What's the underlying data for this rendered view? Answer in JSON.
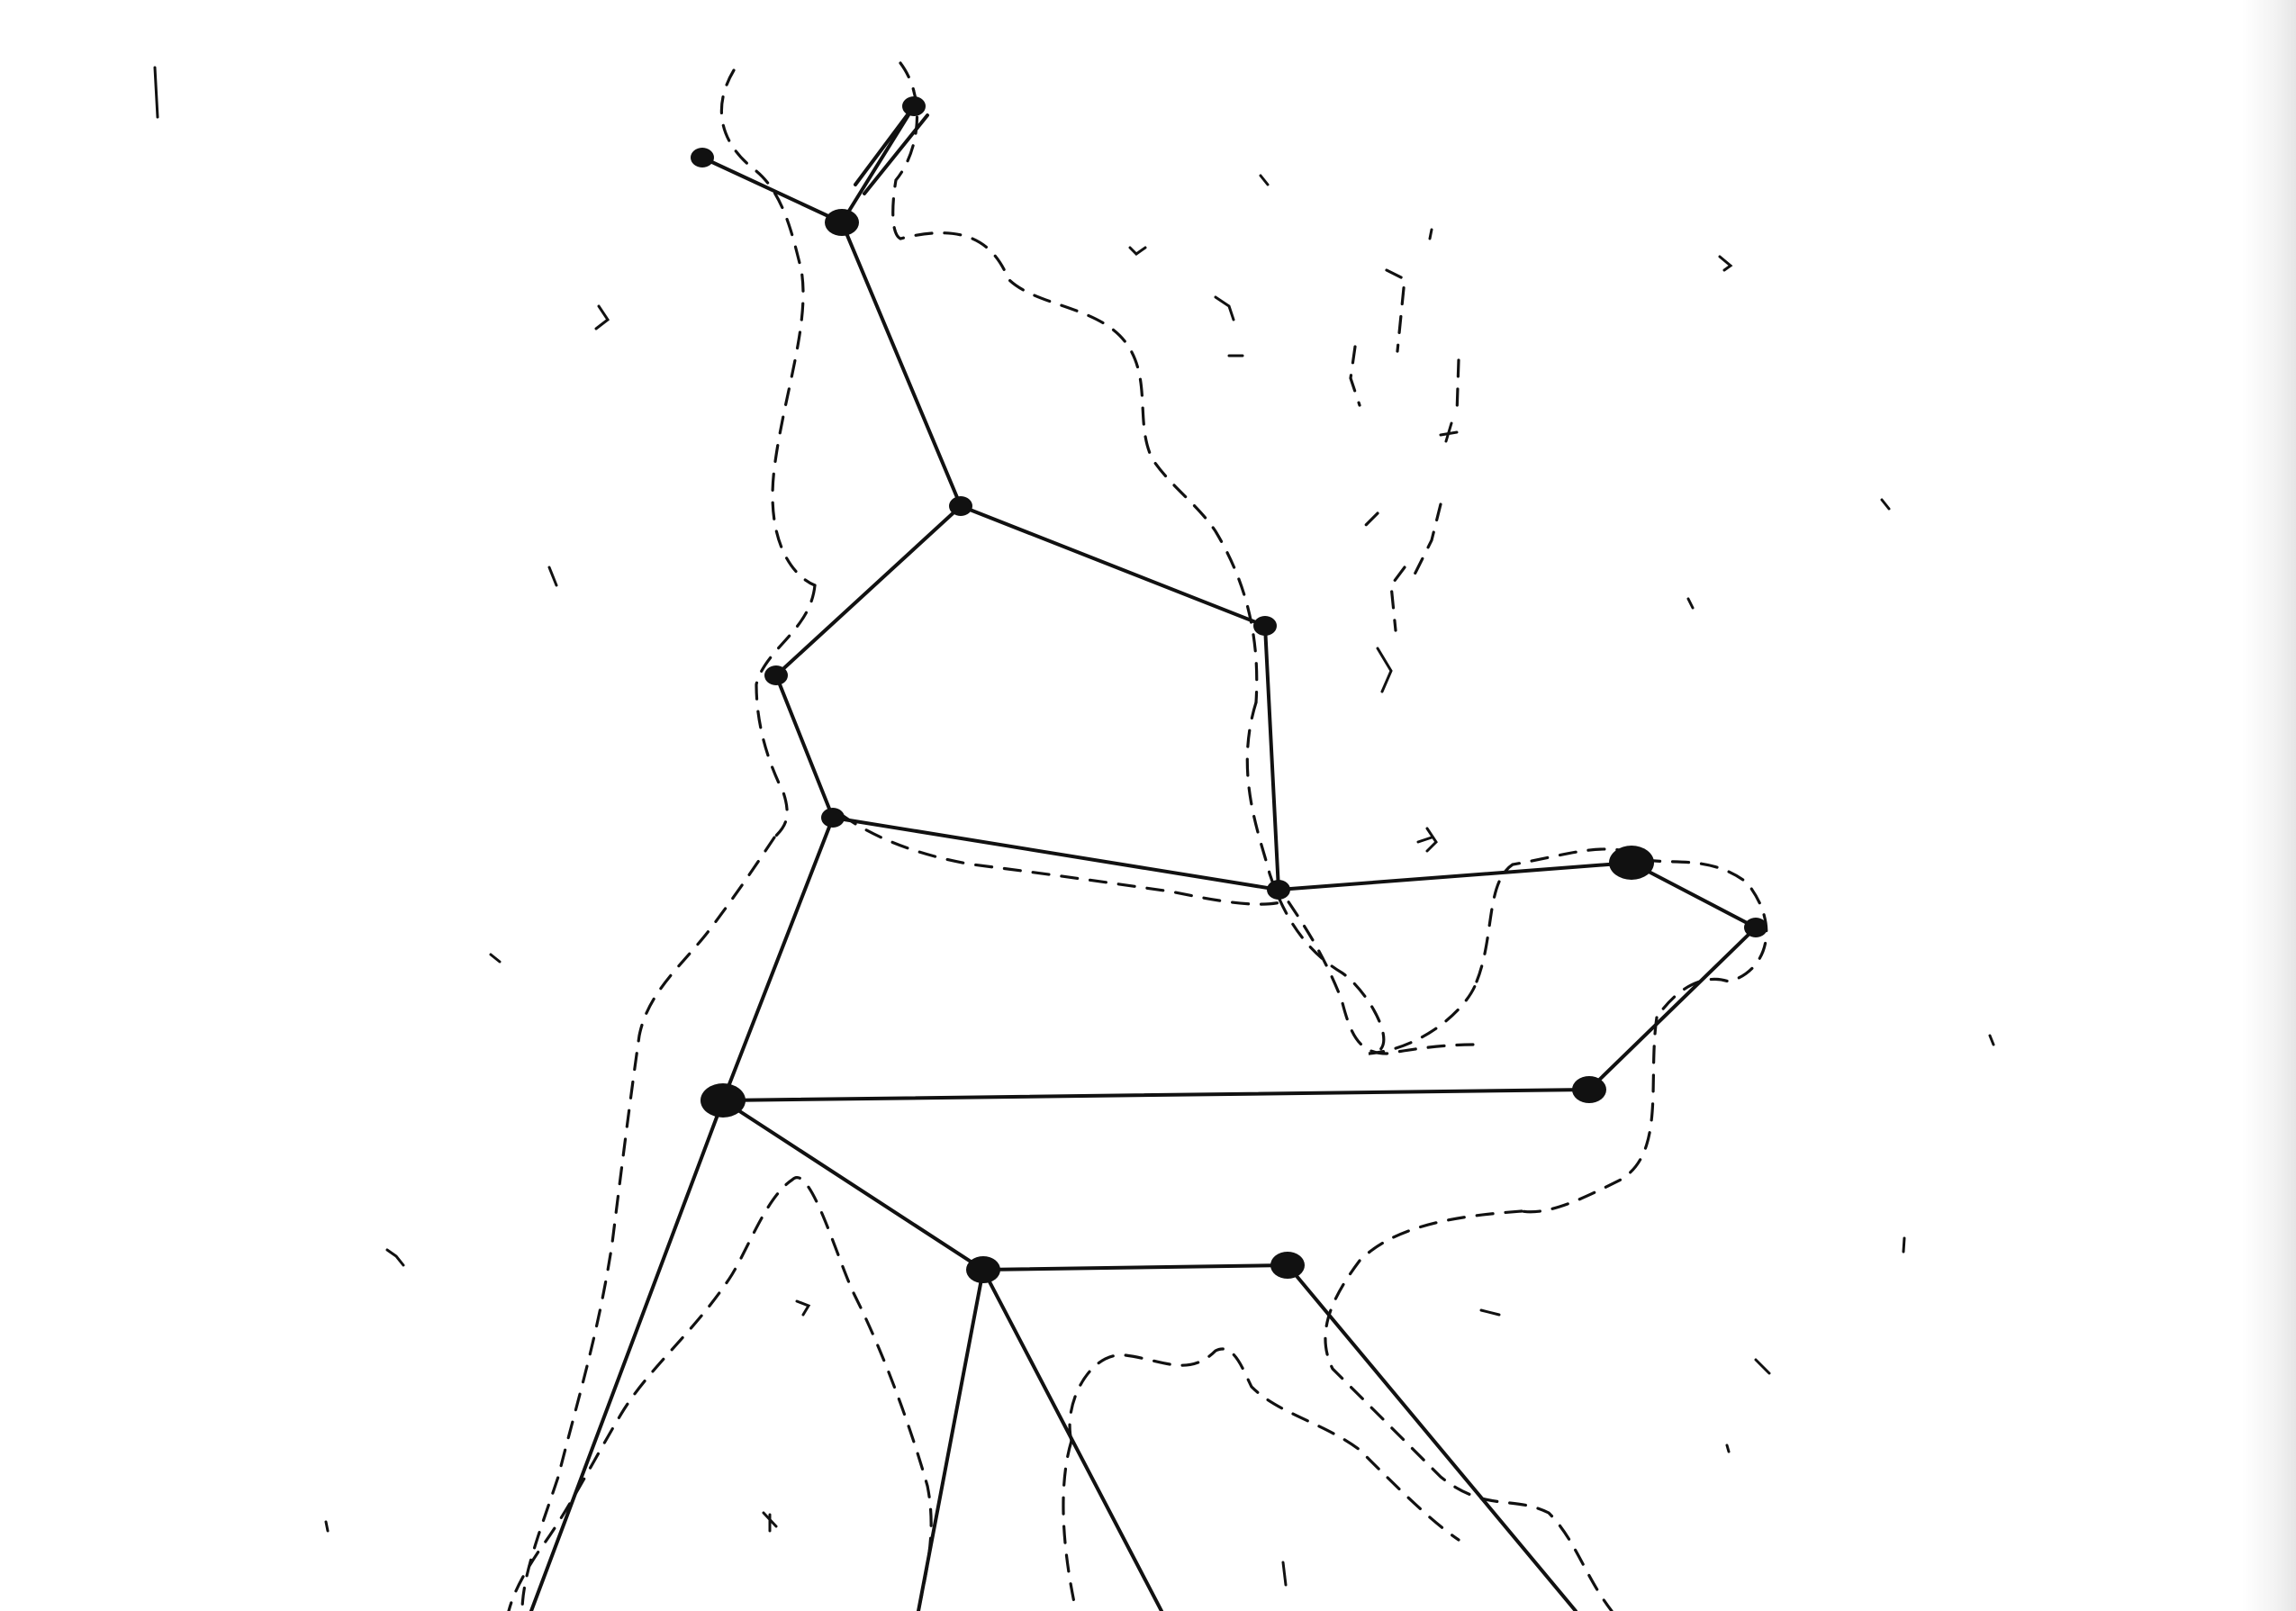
{
  "figure": {
    "subject": "constellation-line-drawing",
    "colors": {
      "paper": "#ffffff",
      "ink": "#111111",
      "edge_shadow": "#e6e6e6"
    },
    "stars": [
      {
        "id": "s1",
        "size": "small"
      },
      {
        "id": "s2",
        "size": "small"
      },
      {
        "id": "s3",
        "size": "medium"
      },
      {
        "id": "s4",
        "size": "small"
      },
      {
        "id": "s5",
        "size": "small"
      },
      {
        "id": "s6",
        "size": "small"
      },
      {
        "id": "s7",
        "size": "small"
      },
      {
        "id": "s8",
        "size": "small"
      },
      {
        "id": "s9",
        "size": "large"
      },
      {
        "id": "s10",
        "size": "small"
      },
      {
        "id": "s11",
        "size": "medium"
      },
      {
        "id": "s12",
        "size": "large"
      },
      {
        "id": "s13",
        "size": "medium"
      },
      {
        "id": "s14",
        "size": "medium"
      }
    ],
    "lines": [
      [
        "s1",
        "s3"
      ],
      [
        "s2",
        "s3"
      ],
      [
        "s3",
        "s4"
      ],
      [
        "s4",
        "s5"
      ],
      [
        "s4",
        "s6"
      ],
      [
        "s5",
        "s7"
      ],
      [
        "s6",
        "s8"
      ],
      [
        "s7",
        "s8"
      ],
      [
        "s7",
        "s9"
      ],
      [
        "s8",
        "s12"
      ],
      [
        "s9",
        "s10"
      ],
      [
        "s10",
        "s13"
      ],
      [
        "s12",
        "s13"
      ],
      [
        "s12",
        "s11"
      ],
      [
        "s11",
        "s14"
      ]
    ]
  }
}
